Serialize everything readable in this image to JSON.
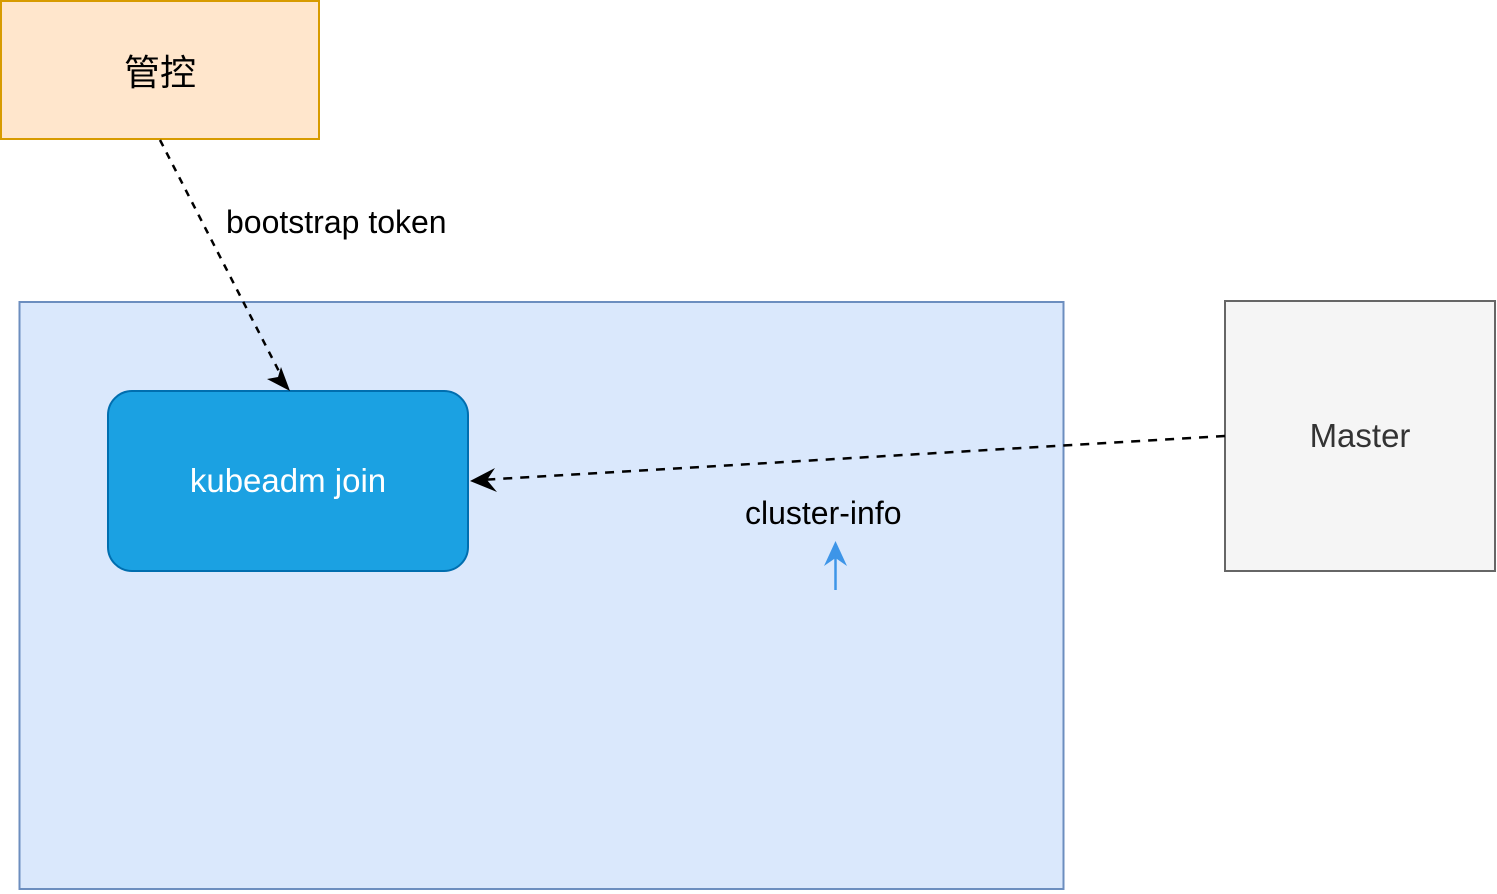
{
  "diagram": {
    "nodes": {
      "control": {
        "label": "管控",
        "fill": "#ffe6cc",
        "stroke": "#d79b00"
      },
      "cluster": {
        "fill": "#dae8fc",
        "stroke": "#6c8ebf"
      },
      "kubeadm_join": {
        "label": "kubeadm join",
        "fill": "#1ba1e2",
        "stroke": "#006eaf",
        "text_color": "#ffffff"
      },
      "master": {
        "label": "Master",
        "fill": "#f5f5f5",
        "stroke": "#666666",
        "text_color": "#333333"
      }
    },
    "edges": {
      "bootstrap": {
        "label": "bootstrap token",
        "from": "管控",
        "to": "kubeadm join",
        "style": "dashed"
      },
      "cluster_info": {
        "label": "cluster-info",
        "from": "Master",
        "to": "kubeadm join",
        "style": "dashed"
      }
    },
    "marker": {
      "icon": "up-arrow-icon",
      "color": "#3d95e8"
    }
  }
}
